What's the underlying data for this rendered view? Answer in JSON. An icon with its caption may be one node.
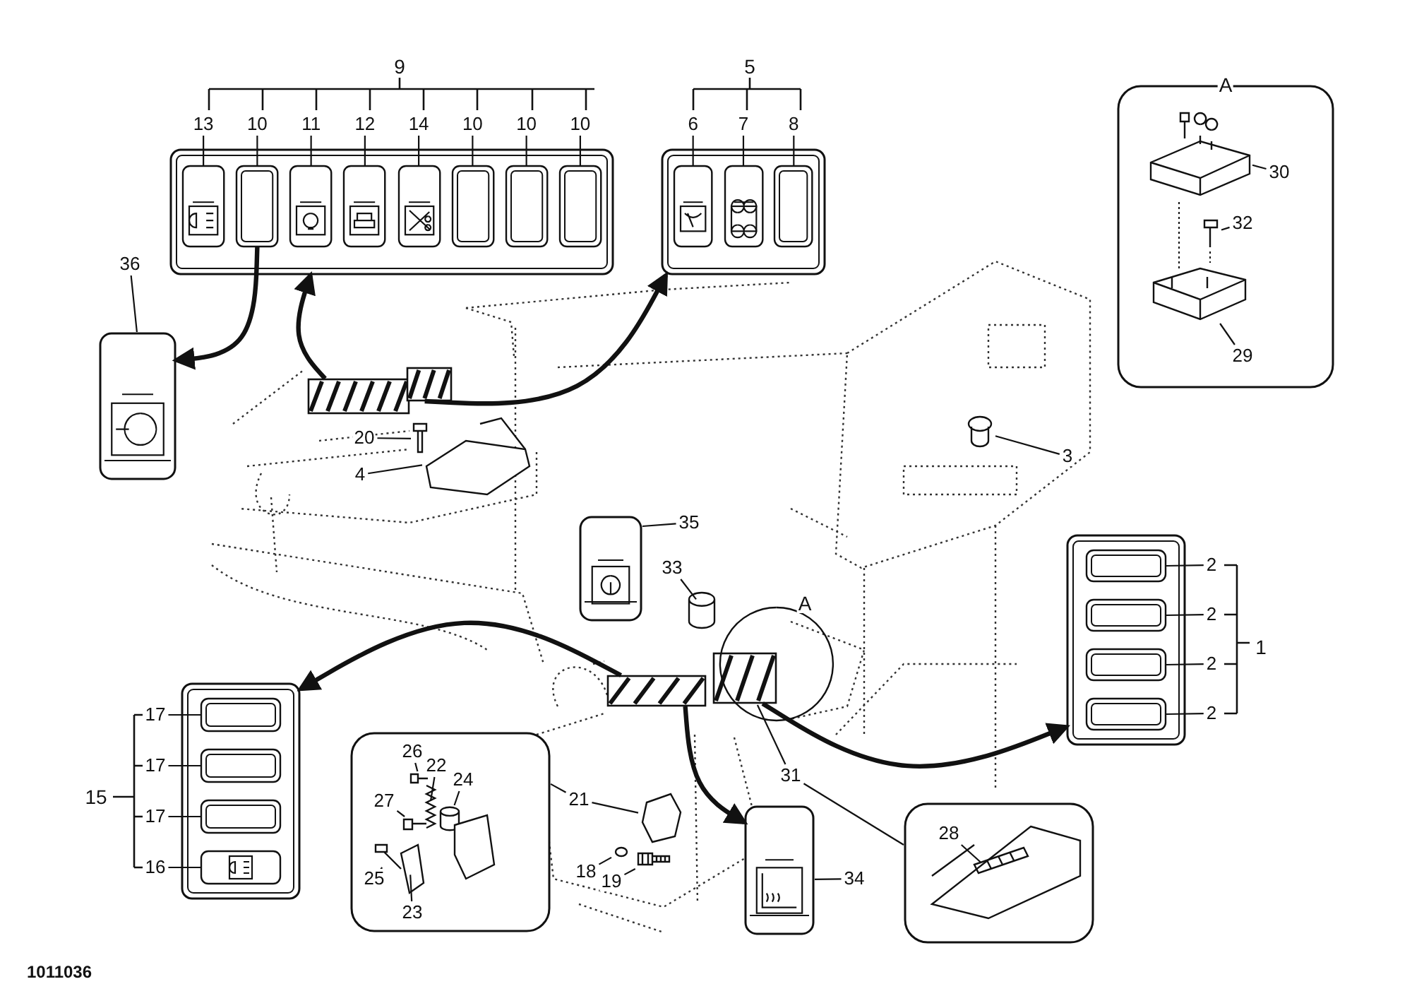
{
  "diagram": {
    "nodes": [
      {
        "text": [],
        "shape": "box"
      },
      {
        "text": [],
        "shape": "box",
        "in": 0
      },
      {
        "text": [],
        "shape": "box",
        "in": 0
      },
      {
        "text": [],
        "shape": "box",
        "in": 0
      },
      {
        "text": [],
        "shape": "box",
        "in": 0
      },
      {
        "text": [],
        "shape": "box",
        "in": 0
      },
      {
        "text": [],
        "shape": "box",
        "in": 0
      },
      {
        "text": [],
        "shape": "box",
        "in": 0
      },
      {
        "text": [],
        "shape": "box",
        "in": 0
      },
      {
        "text": [],
        "shape": "box"
      },
      {
        "text": [],
        "shape": "box",
        "in": 9
      },
      {
        "text": [],
        "shape": "box",
        "in": 9
      },
      {
        "text": [],
        "shape": "box",
        "in": 9
      },
      {
        "text": [
          "A"
        ]
      },
      {
        "text": [],
        "shape": "box"
      },
      {
        "text": [],
        "shape": "box"
      },
      {
        "text": [],
        "shape": "box"
      },
      {
        "text": [],
        "shape": "box",
        "in": 16
      },
      {
        "text": [],
        "shape": "box",
        "in": 16
      },
      {
        "text": [],
        "shape": "box",
        "in": 16
      },
      {
        "text": [],
        "shape": "box",
        "in": 16
      },
      {
        "text": [],
        "shape": "box"
      },
      {
        "text": [],
        "shape": "box",
        "in": 21
      },
      {
        "text": [],
        "shape": "box",
        "in": 21
      },
      {
        "text": [],
        "shape": "box",
        "in": 21
      },
      {
        "text": [],
        "shape": "box",
        "in": 21
      },
      {
        "text": [],
        "shape": "box"
      },
      {
        "text": [],
        "shape": "box"
      },
      {
        "text": [],
        "shape": "box"
      },
      {
        "text": [],
        "shape": "box"
      },
      {
        "text": [],
        "shape": "box"
      },
      {
        "text": [],
        "shape": "box"
      },
      {
        "text": [],
        "shape": "box"
      },
      {
        "text": [],
        "shape": "picture",
        "in": 13
      },
      {
        "text": [],
        "shape": "picture",
        "in": 13
      },
      {
        "text": [],
        "shape": "picture",
        "in": 13
      },
      {
        "text": [],
        "shape": "picture"
      },
      {
        "text": [],
        "shape": "picture"
      },
      {
        "text": [],
        "shape": "picture"
      },
      {
        "text": [],
        "shape": "cylinder"
      },
      {
        "text": [],
        "shape": "picture"
      },
      {
        "text": [],
        "shape": "picture"
      },
      {
        "text": [],
        "shape": "picture"
      },
      {
        "text": [],
        "shape": "picture",
        "in": 26
      },
      {
        "text": [],
        "shape": "picture",
        "in": 26
      },
      {
        "text": [],
        "shape": "cylinder",
        "in": 26
      },
      {
        "text": [],
        "shape": "picture",
        "in": 26
      },
      {
        "text": [],
        "shape": "picture",
        "in": 26
      },
      {
        "text": [],
        "shape": "picture",
        "in": 26
      },
      {
        "text": [],
        "shape": "picture",
        "in": 28
      },
      {
        "text": [
          "13"
        ]
      },
      {
        "text": [
          "10"
        ]
      },
      {
        "text": [
          "11"
        ]
      },
      {
        "text": [
          "12"
        ]
      },
      {
        "text": [
          "14"
        ]
      },
      {
        "text": [
          "10"
        ]
      },
      {
        "text": [
          "10"
        ]
      },
      {
        "text": [
          "10"
        ]
      },
      {
        "text": [
          "6"
        ]
      },
      {
        "text": [
          "7"
        ]
      },
      {
        "text": [
          "8"
        ]
      },
      {
        "text": [
          "36"
        ]
      },
      {
        "text": [
          "30"
        ],
        "in": 13
      },
      {
        "text": [
          "32"
        ],
        "in": 13
      },
      {
        "text": [
          "29"
        ],
        "in": 13
      },
      {
        "text": [
          "20"
        ]
      },
      {
        "text": [
          "4"
        ]
      },
      {
        "text": [
          "3"
        ]
      },
      {
        "text": [
          "35"
        ]
      },
      {
        "text": [
          "33"
        ]
      },
      {
        "text": [
          "31"
        ]
      },
      {
        "text": [
          "21"
        ]
      },
      {
        "text": [
          "26"
        ],
        "in": 26
      },
      {
        "text": [
          "22"
        ],
        "in": 26
      },
      {
        "text": [
          "24"
        ],
        "in": 26
      },
      {
        "text": [
          "27"
        ],
        "in": 26
      },
      {
        "text": [
          "25"
        ],
        "in": 26
      },
      {
        "text": [
          "23"
        ],
        "in": 26
      },
      {
        "text": [
          "18"
        ]
      },
      {
        "text": [
          "19"
        ]
      },
      {
        "text": [
          "34"
        ]
      },
      {
        "text": [
          "28"
        ],
        "in": 28
      },
      {
        "text": [
          "2"
        ]
      },
      {
        "text": [
          "2"
        ]
      },
      {
        "text": [
          "2"
        ]
      },
      {
        "text": [
          "2"
        ]
      },
      {
        "text": [
          "17"
        ]
      },
      {
        "text": [
          "17"
        ]
      },
      {
        "text": [
          "17"
        ]
      },
      {
        "text": [
          "16"
        ]
      }
    ],
    "edges": [
      {
        "from": 2,
        "to": 14,
        "arrow": "to",
        "style": "thick"
      },
      {
        "from": 29,
        "to": 0,
        "arrow": "to",
        "style": "thick"
      },
      {
        "from": 30,
        "to": 9,
        "arrow": "to",
        "style": "thick"
      },
      {
        "from": 31,
        "to": 21,
        "arrow": "to",
        "style": "thick"
      },
      {
        "from": 32,
        "to": 16,
        "arrow": "to",
        "style": "thick"
      },
      {
        "from": 31,
        "to": 27,
        "arrow": "to",
        "style": "thick"
      },
      {
        "from": 50,
        "to": 1,
        "arrow": "none"
      },
      {
        "from": 51,
        "to": 2,
        "arrow": "none"
      },
      {
        "from": 52,
        "to": 3,
        "arrow": "none"
      },
      {
        "from": 53,
        "to": 4,
        "arrow": "none"
      },
      {
        "from": 54,
        "to": 5,
        "arrow": "none"
      },
      {
        "from": 55,
        "to": 6,
        "arrow": "none"
      },
      {
        "from": 56,
        "to": 7,
        "arrow": "none"
      },
      {
        "from": 57,
        "to": 8,
        "arrow": "none"
      },
      {
        "from": 58,
        "to": 10,
        "arrow": "none"
      },
      {
        "from": 59,
        "to": 11,
        "arrow": "none"
      },
      {
        "from": 60,
        "to": 12,
        "arrow": "none"
      },
      {
        "from": 82,
        "to": 17,
        "arrow": "none"
      },
      {
        "from": 83,
        "to": 18,
        "arrow": "none"
      },
      {
        "from": 84,
        "to": 19,
        "arrow": "none"
      },
      {
        "from": 85,
        "to": 20,
        "arrow": "none"
      },
      {
        "from": 86,
        "to": 22,
        "arrow": "none"
      },
      {
        "from": 87,
        "to": 23,
        "arrow": "none"
      },
      {
        "from": 88,
        "to": 24,
        "arrow": "none"
      },
      {
        "from": 89,
        "to": 25,
        "arrow": "none"
      },
      {
        "from": 61,
        "to": 14,
        "arrow": "none"
      },
      {
        "from": 62,
        "to": 33,
        "arrow": "none"
      },
      {
        "from": 63,
        "to": 34,
        "arrow": "none"
      },
      {
        "from": 64,
        "to": 35,
        "arrow": "none"
      },
      {
        "from": 65,
        "to": 36,
        "arrow": "none"
      },
      {
        "from": 66,
        "to": 37,
        "arrow": "none"
      },
      {
        "from": 67,
        "to": 38,
        "arrow": "none"
      },
      {
        "from": 68,
        "to": 15,
        "arrow": "none"
      },
      {
        "from": 69,
        "to": 39,
        "arrow": "none"
      },
      {
        "from": 70,
        "to": 32,
        "arrow": "none"
      },
      {
        "from": 70,
        "to": 28,
        "arrow": "none"
      },
      {
        "from": 71,
        "to": 40,
        "arrow": "none"
      },
      {
        "from": 71,
        "to": 26,
        "arrow": "none"
      },
      {
        "from": 72,
        "to": 43,
        "arrow": "none"
      },
      {
        "from": 73,
        "to": 44,
        "arrow": "none"
      },
      {
        "from": 74,
        "to": 45,
        "arrow": "none"
      },
      {
        "from": 75,
        "to": 46,
        "arrow": "none"
      },
      {
        "from": 76,
        "to": 47,
        "arrow": "none"
      },
      {
        "from": 77,
        "to": 48,
        "arrow": "none"
      },
      {
        "from": 78,
        "to": 41,
        "arrow": "none"
      },
      {
        "from": 79,
        "to": 42,
        "arrow": "none"
      },
      {
        "from": 80,
        "to": 27,
        "arrow": "none"
      },
      {
        "from": 81,
        "to": 49,
        "arrow": "none"
      }
    ],
    "labels": [
      "9",
      "5",
      "1",
      "15",
      "A",
      "1011036"
    ]
  }
}
